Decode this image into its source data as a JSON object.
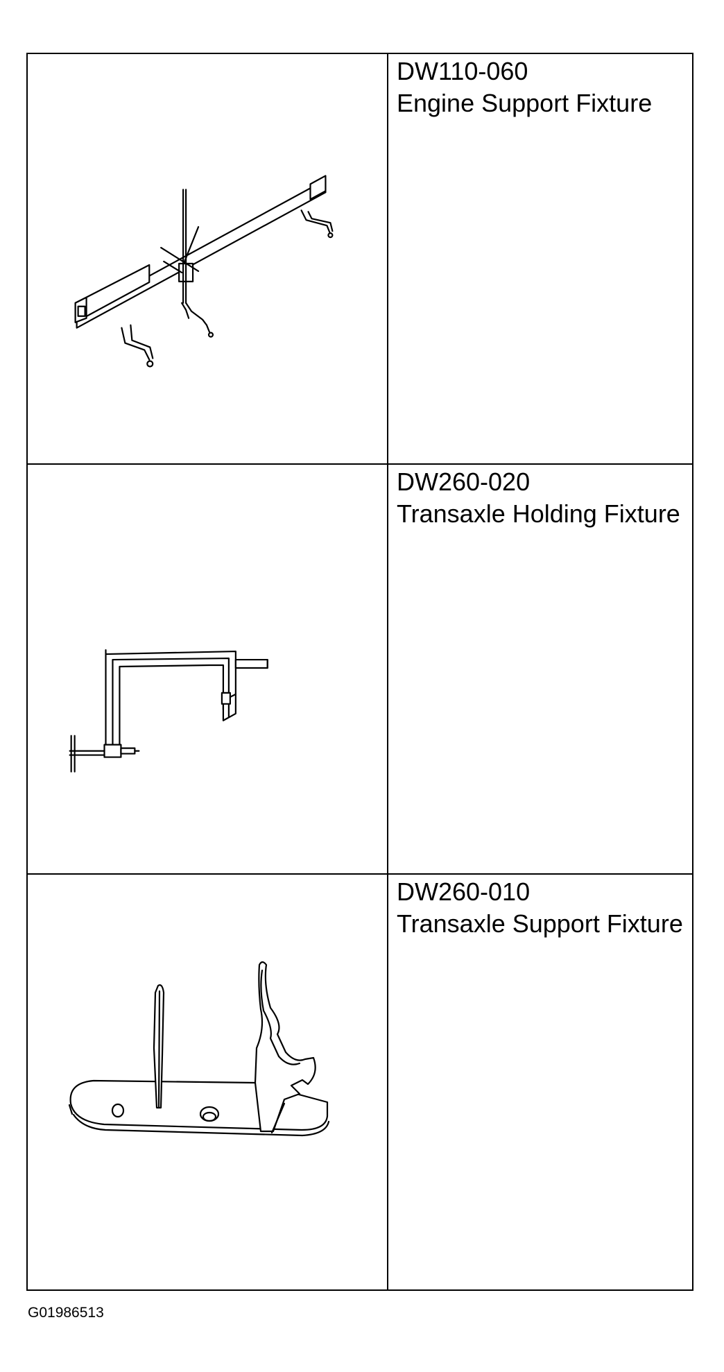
{
  "tools": [
    {
      "part_number": "DW110-060",
      "name": "Engine Support Fixture",
      "illustration": "engine-support-fixture-drawing"
    },
    {
      "part_number": "DW260-020",
      "name": "Transaxle Holding Fixture",
      "illustration": "transaxle-holding-fixture-drawing"
    },
    {
      "part_number": "DW260-010",
      "name": "Transaxle Support Fixture",
      "illustration": "transaxle-support-fixture-drawing"
    }
  ],
  "figure_id": "G01986513"
}
